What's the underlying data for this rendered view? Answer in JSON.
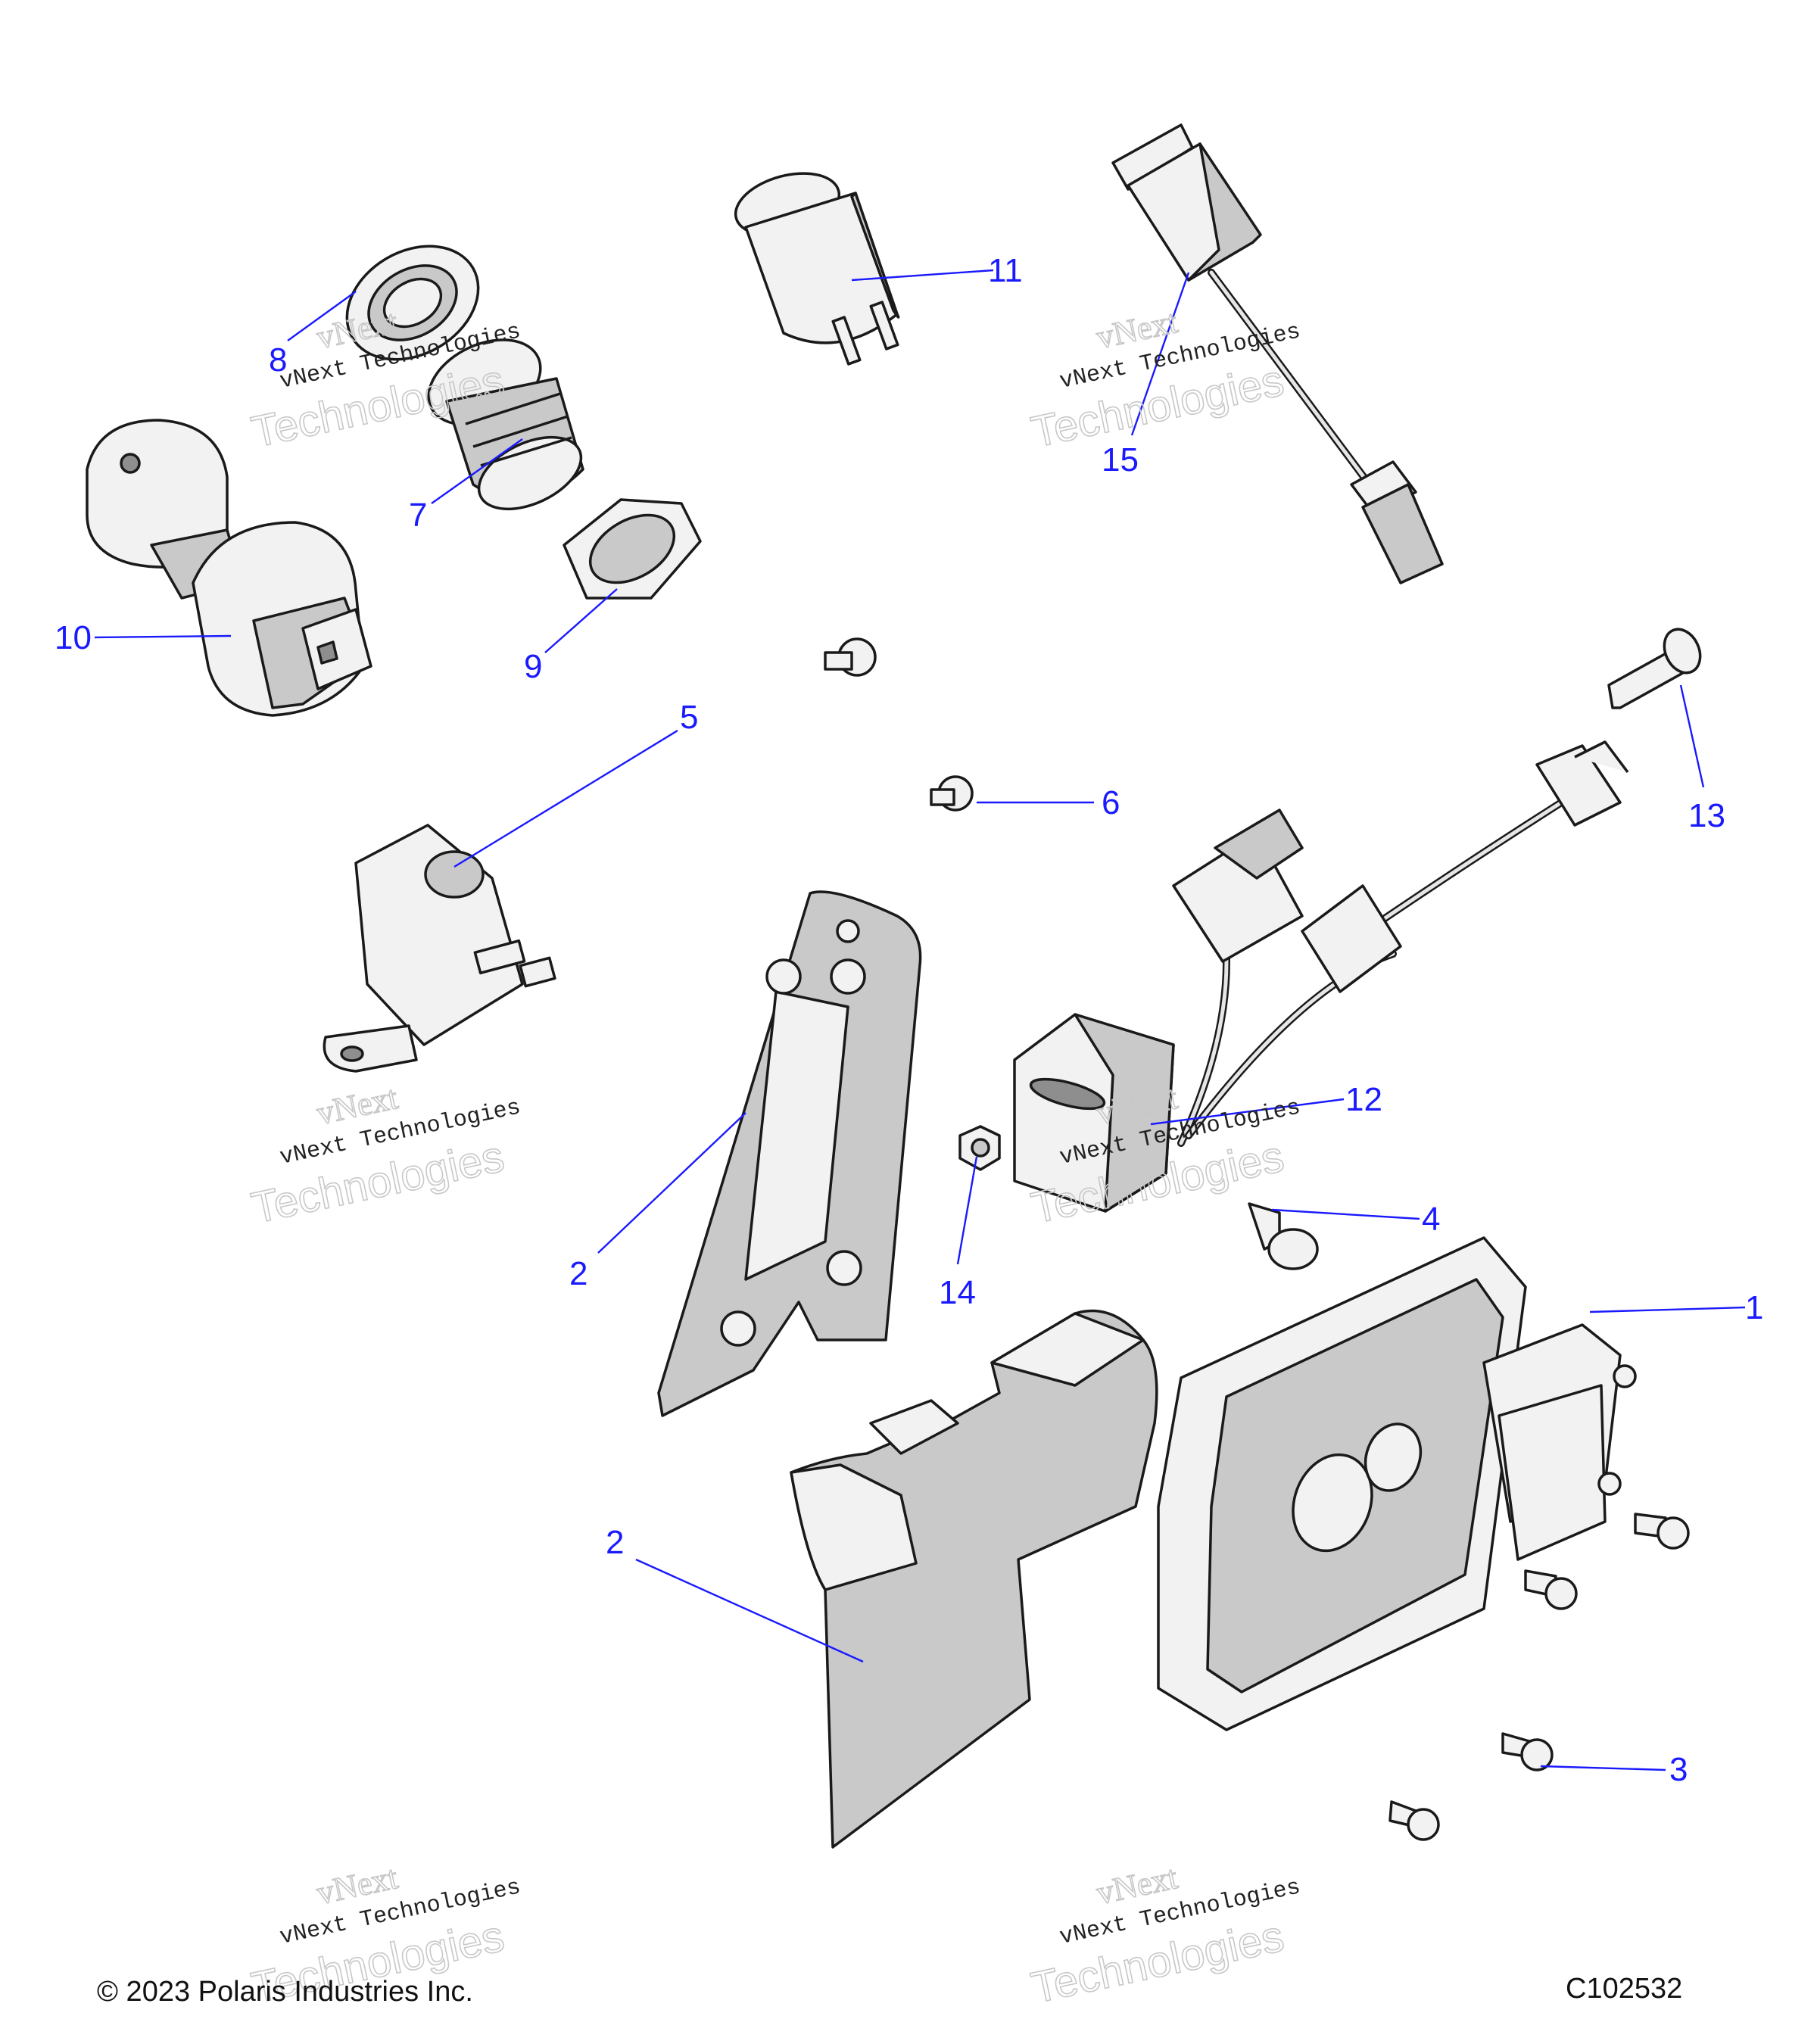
{
  "callouts": [
    "1",
    "2",
    "2",
    "3",
    "4",
    "5",
    "6",
    "7",
    "8",
    "9",
    "10",
    "11",
    "12",
    "13",
    "14",
    "15"
  ],
  "watermark": {
    "line1": "vNext",
    "line2": "vNext Technologies",
    "line3": "Technologies"
  },
  "footer": {
    "copyright": "© 2023 Polaris Industries Inc.",
    "diagram_code": "C102532"
  }
}
